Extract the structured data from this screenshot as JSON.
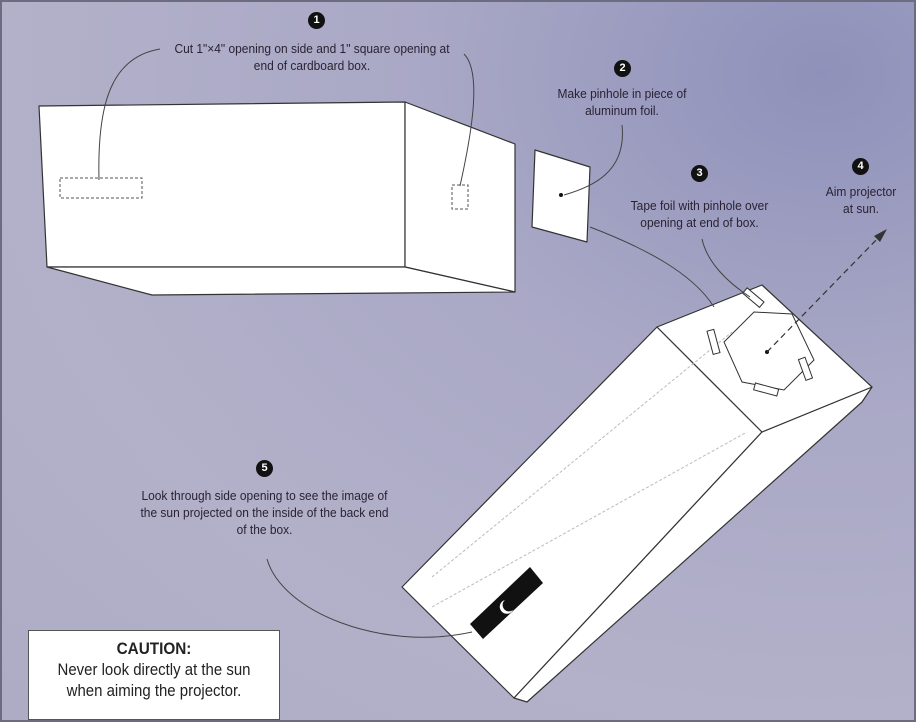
{
  "steps": [
    {
      "number": "1",
      "text": "Cut 1\"×4\" opening on side and 1\" square opening at end of cardboard box."
    },
    {
      "number": "2",
      "text": "Make pinhole in piece of aluminum foil."
    },
    {
      "number": "3",
      "text": "Tape foil with pinhole over opening at end of box."
    },
    {
      "number": "4",
      "text": "Aim projector at sun."
    },
    {
      "number": "5",
      "text": "Look through side opening to see the image of the sun projected on the inside of the back end of the box."
    }
  ],
  "caution": {
    "title": "CAUTION:",
    "text": "Never look directly at the sun when aiming the projector."
  }
}
